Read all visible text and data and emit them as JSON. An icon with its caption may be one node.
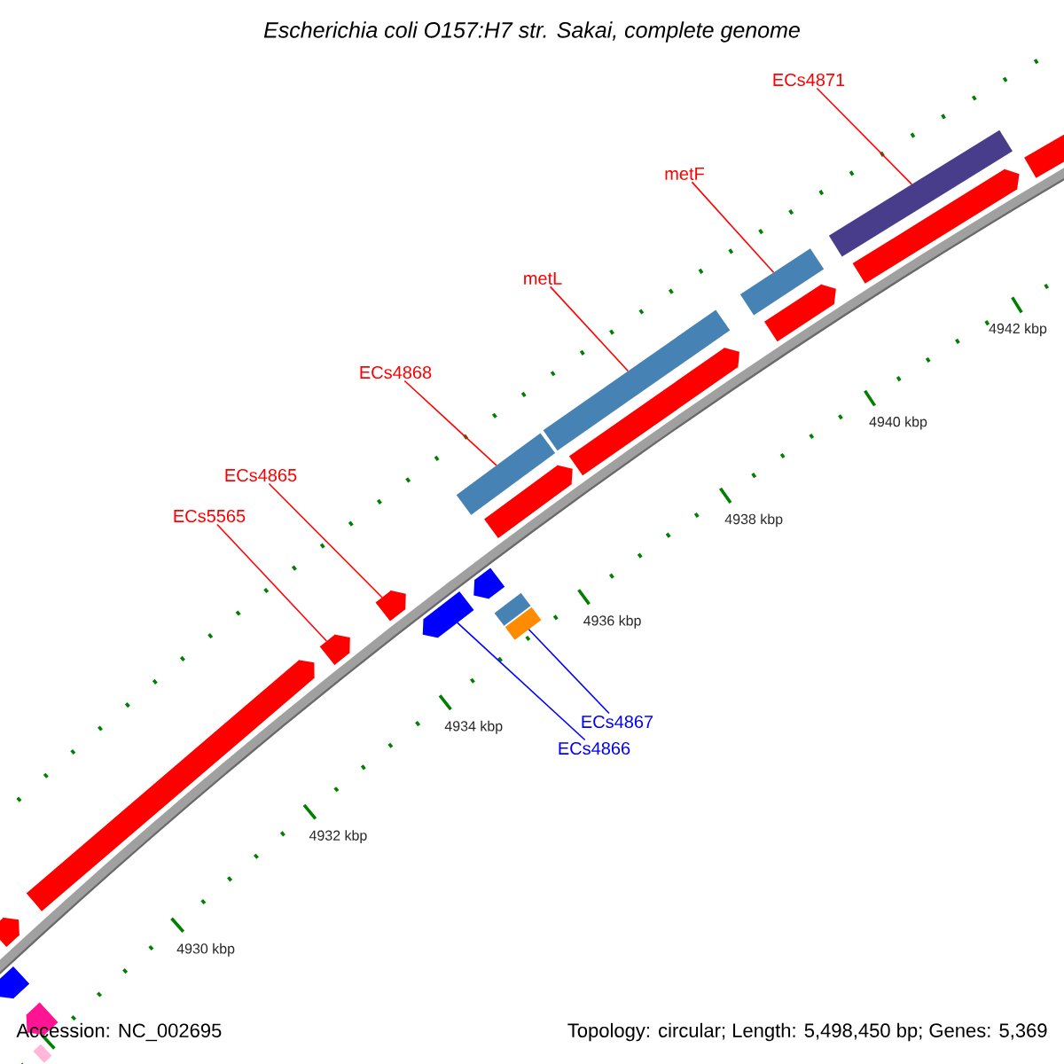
{
  "diagram": {
    "title": "Escherichia coli O157:H7 str. Sakai, complete genome",
    "nodes": [
      {
        "text": [
          "ECs4871"
        ]
      },
      {
        "text": [
          "metF"
        ]
      },
      {
        "text": [
          "metL"
        ]
      },
      {
        "text": [
          "ECs4868"
        ]
      },
      {
        "text": [
          "ECs4865"
        ]
      },
      {
        "text": [
          "ECs5565"
        ]
      },
      {
        "text": [
          "ECs4867"
        ]
      },
      {
        "text": [
          "ECs4866"
        ]
      },
      {
        "text": [],
        "shape": "bar"
      },
      {
        "text": [],
        "shape": "bar"
      },
      {
        "text": [],
        "shape": "bar"
      },
      {
        "text": [],
        "shape": "bar"
      },
      {
        "text": [],
        "shape": "arrow"
      },
      {
        "text": [],
        "shape": "arrow"
      },
      {
        "text": [],
        "shape": "bar"
      },
      {
        "text": [],
        "shape": "arrow"
      },
      {
        "text": [],
        "shape": "arrow"
      },
      {
        "text": [],
        "shape": "arrow"
      },
      {
        "text": [],
        "shape": "arrow"
      },
      {
        "text": [],
        "shape": "arrow"
      },
      {
        "text": [],
        "shape": "arrow"
      },
      {
        "text": [],
        "shape": "arrow"
      },
      {
        "text": [],
        "shape": "arrow"
      },
      {
        "text": [],
        "shape": "arrow"
      },
      {
        "text": [],
        "shape": "bar"
      },
      {
        "text": [],
        "shape": "arrow"
      },
      {
        "text": [],
        "shape": "arrow"
      },
      {
        "text": [],
        "shape": "bar"
      }
    ],
    "edges": [
      {
        "from": 0,
        "to": 8,
        "arrow": "none"
      },
      {
        "from": 1,
        "to": 9,
        "arrow": "none"
      },
      {
        "from": 2,
        "to": 10,
        "arrow": "none"
      },
      {
        "from": 3,
        "to": 11,
        "arrow": "none"
      },
      {
        "from": 4,
        "to": 12,
        "arrow": "none"
      },
      {
        "from": 5,
        "to": 13,
        "arrow": "none"
      },
      {
        "from": 6,
        "to": 14,
        "arrow": "none",
        "color": "#0000ff"
      },
      {
        "from": 7,
        "to": 15,
        "arrow": "none",
        "color": "#0000ff"
      }
    ],
    "labels": [
      "4930 kbp",
      "4932 kbp",
      "4934 kbp",
      "4936 kbp",
      "4938 kbp",
      "4940 kbp",
      "4942 kbp",
      "Accession: NC_002695",
      "Topology: circular; Length: 5,498,450 bp; Genes: 5,369"
    ]
  }
}
